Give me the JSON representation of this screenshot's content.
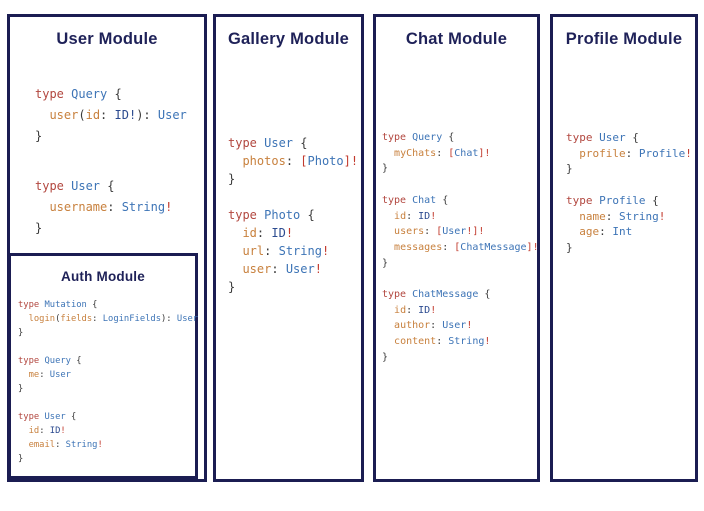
{
  "colors": {
    "panel_border": "#1b1d52",
    "title_text": "#1e2158",
    "code_keyword": "#b2473f",
    "code_type": "#3d74b6",
    "code_builtin": "#2b4a8f",
    "code_field": "#c8813e",
    "code_punct": "#3b3b3b",
    "code_bang": "#c23a2d"
  },
  "panels": [
    {
      "title": "User Module",
      "blocks": [
        {
          "lines": [
            [
              [
                "type ",
                "k"
              ],
              [
                "Query ",
                "t"
              ],
              [
                "{",
                "p"
              ]
            ],
            [
              [
                "  ",
                "p"
              ],
              [
                "user",
                "f"
              ],
              [
                "(",
                "p"
              ],
              [
                "id",
                "f"
              ],
              [
                ": ",
                "p"
              ],
              [
                "ID!",
                "a"
              ],
              [
                "): ",
                "p"
              ],
              [
                "User",
                "t"
              ]
            ],
            [
              [
                "}",
                "p"
              ]
            ]
          ]
        },
        {
          "lines": [
            [
              [
                "type ",
                "k"
              ],
              [
                "User ",
                "t"
              ],
              [
                "{",
                "p"
              ]
            ],
            [
              [
                "  ",
                "p"
              ],
              [
                "username",
                "f"
              ],
              [
                ": ",
                "p"
              ],
              [
                "String",
                "t"
              ],
              [
                "!",
                "b"
              ]
            ],
            [
              [
                "}",
                "p"
              ]
            ]
          ]
        }
      ]
    },
    {
      "title": "Gallery Module",
      "blocks": [
        {
          "lines": [
            [
              [
                "type ",
                "k"
              ],
              [
                "User ",
                "t"
              ],
              [
                "{",
                "p"
              ]
            ],
            [
              [
                "  ",
                "p"
              ],
              [
                "photos",
                "f"
              ],
              [
                ": ",
                "p"
              ],
              [
                "[",
                "b"
              ],
              [
                "Photo",
                "t"
              ],
              [
                "]",
                "b"
              ],
              [
                "!",
                "b"
              ]
            ],
            [
              [
                "}",
                "p"
              ]
            ],
            [],
            [
              [
                "type ",
                "k"
              ],
              [
                "Photo ",
                "t"
              ],
              [
                "{",
                "p"
              ]
            ],
            [
              [
                "  ",
                "p"
              ],
              [
                "id",
                "f"
              ],
              [
                ": ",
                "p"
              ],
              [
                "ID",
                "a"
              ],
              [
                "!",
                "b"
              ]
            ],
            [
              [
                "  ",
                "p"
              ],
              [
                "url",
                "f"
              ],
              [
                ": ",
                "p"
              ],
              [
                "String",
                "t"
              ],
              [
                "!",
                "b"
              ]
            ],
            [
              [
                "  ",
                "p"
              ],
              [
                "user",
                "f"
              ],
              [
                ": ",
                "p"
              ],
              [
                "User",
                "t"
              ],
              [
                "!",
                "b"
              ]
            ],
            [
              [
                "}",
                "p"
              ]
            ]
          ]
        }
      ]
    },
    {
      "title": "Chat Module",
      "blocks": [
        {
          "lines": [
            [
              [
                "type ",
                "k"
              ],
              [
                "Query ",
                "t"
              ],
              [
                "{",
                "p"
              ]
            ],
            [
              [
                "  ",
                "p"
              ],
              [
                "myChats",
                "f"
              ],
              [
                ": ",
                "p"
              ],
              [
                "[",
                "b"
              ],
              [
                "Chat",
                "t"
              ],
              [
                "]",
                "b"
              ],
              [
                "!",
                "b"
              ]
            ],
            [
              [
                "}",
                "p"
              ]
            ],
            [],
            [
              [
                "type ",
                "k"
              ],
              [
                "Chat ",
                "t"
              ],
              [
                "{",
                "p"
              ]
            ],
            [
              [
                "  ",
                "p"
              ],
              [
                "id",
                "f"
              ],
              [
                ": ",
                "p"
              ],
              [
                "ID",
                "a"
              ],
              [
                "!",
                "b"
              ]
            ],
            [
              [
                "  ",
                "p"
              ],
              [
                "users",
                "f"
              ],
              [
                ": ",
                "p"
              ],
              [
                "[",
                "b"
              ],
              [
                "User",
                "t"
              ],
              [
                "!",
                "b"
              ],
              [
                "]",
                "b"
              ],
              [
                "!",
                "b"
              ]
            ],
            [
              [
                "  ",
                "p"
              ],
              [
                "messages",
                "f"
              ],
              [
                ": ",
                "p"
              ],
              [
                "[",
                "b"
              ],
              [
                "ChatMessage",
                "t"
              ],
              [
                "]",
                "b"
              ],
              [
                "!",
                "b"
              ]
            ],
            [
              [
                "}",
                "p"
              ]
            ],
            [],
            [
              [
                "type ",
                "k"
              ],
              [
                "ChatMessage ",
                "t"
              ],
              [
                "{",
                "p"
              ]
            ],
            [
              [
                "  ",
                "p"
              ],
              [
                "id",
                "f"
              ],
              [
                ": ",
                "p"
              ],
              [
                "ID",
                "a"
              ],
              [
                "!",
                "b"
              ]
            ],
            [
              [
                "  ",
                "p"
              ],
              [
                "author",
                "f"
              ],
              [
                ": ",
                "p"
              ],
              [
                "User",
                "t"
              ],
              [
                "!",
                "b"
              ]
            ],
            [
              [
                "  ",
                "p"
              ],
              [
                "content",
                "f"
              ],
              [
                ": ",
                "p"
              ],
              [
                "String",
                "t"
              ],
              [
                "!",
                "b"
              ]
            ],
            [
              [
                "}",
                "p"
              ]
            ]
          ]
        }
      ]
    },
    {
      "title": "Profile Module",
      "blocks": [
        {
          "lines": [
            [
              [
                "type ",
                "k"
              ],
              [
                "User ",
                "t"
              ],
              [
                "{",
                "p"
              ]
            ],
            [
              [
                "  ",
                "p"
              ],
              [
                "profile",
                "f"
              ],
              [
                ": ",
                "p"
              ],
              [
                "Profile",
                "t"
              ],
              [
                "!",
                "b"
              ]
            ],
            [
              [
                "}",
                "p"
              ]
            ],
            [],
            [
              [
                "type ",
                "k"
              ],
              [
                "Profile ",
                "t"
              ],
              [
                "{",
                "p"
              ]
            ],
            [
              [
                "  ",
                "p"
              ],
              [
                "name",
                "f"
              ],
              [
                ": ",
                "p"
              ],
              [
                "String",
                "t"
              ],
              [
                "!",
                "b"
              ]
            ],
            [
              [
                "  ",
                "p"
              ],
              [
                "age",
                "f"
              ],
              [
                ": ",
                "p"
              ],
              [
                "Int",
                "t"
              ]
            ],
            [
              [
                "}",
                "p"
              ]
            ]
          ]
        }
      ]
    }
  ],
  "auth_panel": {
    "title": "Auth Module",
    "blocks": [
      {
        "lines": [
          [
            [
              "type ",
              "k"
            ],
            [
              "Mutation ",
              "t"
            ],
            [
              "{",
              "p"
            ]
          ],
          [
            [
              "  ",
              "p"
            ],
            [
              "login",
              "f"
            ],
            [
              "(",
              "p"
            ],
            [
              "fields",
              "f"
            ],
            [
              ": ",
              "p"
            ],
            [
              "LoginFields",
              "t"
            ],
            [
              "): ",
              "p"
            ],
            [
              "User",
              "t"
            ]
          ],
          [
            [
              "}",
              "p"
            ]
          ],
          [],
          [
            [
              "type ",
              "k"
            ],
            [
              "Query ",
              "t"
            ],
            [
              "{",
              "p"
            ]
          ],
          [
            [
              "  ",
              "p"
            ],
            [
              "me",
              "f"
            ],
            [
              ": ",
              "p"
            ],
            [
              "User",
              "t"
            ]
          ],
          [
            [
              "}",
              "p"
            ]
          ],
          [],
          [
            [
              "type ",
              "k"
            ],
            [
              "User ",
              "t"
            ],
            [
              "{",
              "p"
            ]
          ],
          [
            [
              "  ",
              "p"
            ],
            [
              "id",
              "f"
            ],
            [
              ": ",
              "p"
            ],
            [
              "ID",
              "a"
            ],
            [
              "!",
              "b"
            ]
          ],
          [
            [
              "  ",
              "p"
            ],
            [
              "email",
              "f"
            ],
            [
              ": ",
              "p"
            ],
            [
              "String",
              "t"
            ],
            [
              "!",
              "b"
            ]
          ],
          [
            [
              "}",
              "p"
            ]
          ]
        ]
      }
    ]
  }
}
